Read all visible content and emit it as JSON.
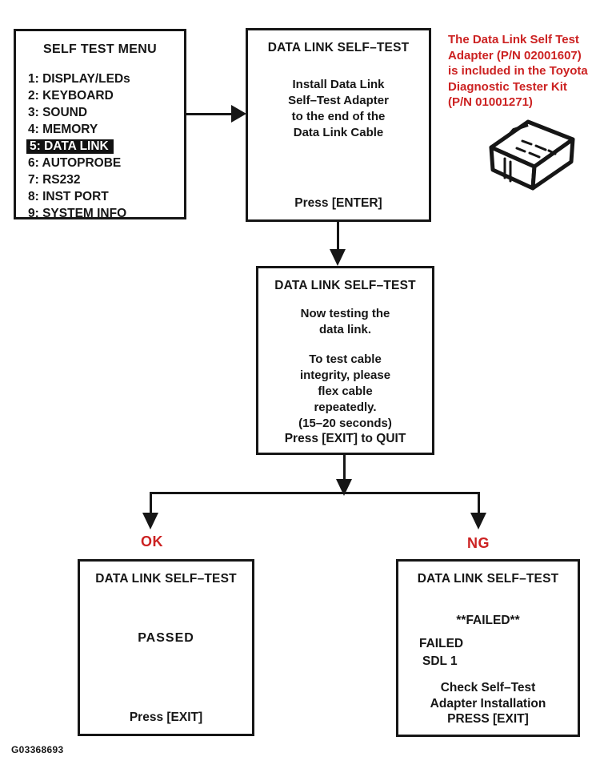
{
  "colors": {
    "red": "#cc2222",
    "ink": "#161616",
    "background": "#ffffff"
  },
  "figure_code": "G03368693",
  "menu": {
    "title": "SELF TEST MENU",
    "items": [
      {
        "label": "1: DISPLAY/LEDs",
        "selected": false
      },
      {
        "label": "2: KEYBOARD",
        "selected": false
      },
      {
        "label": "3: SOUND",
        "selected": false
      },
      {
        "label": "4: MEMORY",
        "selected": false
      },
      {
        "label": "5: DATA LINK",
        "selected": true
      },
      {
        "label": "6: AUTOPROBE",
        "selected": false
      },
      {
        "label": "7: RS232",
        "selected": false
      },
      {
        "label": "8: INST PORT",
        "selected": false
      },
      {
        "label": "9: SYSTEM INFO",
        "selected": false
      }
    ]
  },
  "install_screen": {
    "title": "DATA LINK SELF–TEST",
    "body_lines": [
      "Install Data Link",
      "Self–Test Adapter",
      "to the end of the",
      "Data Link Cable"
    ],
    "footer": "Press [ENTER]"
  },
  "note": {
    "lines": [
      "The Data Link Self Test",
      "Adapter (P/N 02001607)",
      "is included in the Toyota",
      "Diagnostic Tester Kit",
      "(P/N 01001271)"
    ]
  },
  "testing_screen": {
    "title": "DATA LINK SELF–TEST",
    "body_lines_1": [
      "Now testing the",
      "data link."
    ],
    "body_lines_2": [
      "To test cable",
      "integrity, please",
      "flex cable",
      "repeatedly.",
      "(15–20 seconds)"
    ],
    "footer": "Press [EXIT] to QUIT"
  },
  "passed_screen": {
    "branch_label": "OK",
    "title": "DATA LINK SELF–TEST",
    "body": "PASSED",
    "footer": "Press [EXIT]"
  },
  "failed_screen": {
    "branch_label": "NG",
    "title": "DATA LINK SELF–TEST",
    "status_center": "**FAILED**",
    "status_line1": "FAILED",
    "status_line2": "SDL 1",
    "hint_line1": "Check Self–Test",
    "hint_line2": "Adapter Installation",
    "footer": "PRESS [EXIT]"
  }
}
